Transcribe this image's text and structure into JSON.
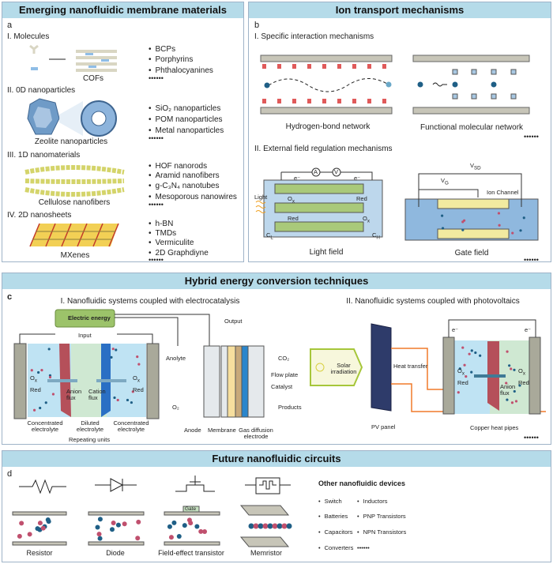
{
  "panel_a": {
    "title": "Emerging nanofluidic membrane materials",
    "letter": "a",
    "sections": [
      {
        "heading": "I. Molecules",
        "image_label": "COFs",
        "items": [
          "BCPs",
          "Porphyrins",
          "Phthalocyanines"
        ]
      },
      {
        "heading": "II. 0D nanoparticles",
        "image_label": "Zeolite nanoparticles",
        "items": [
          "SiO₂ nanoparticles",
          "POM nanoparticles",
          "Metal nanoparticles"
        ]
      },
      {
        "heading": "III. 1D nanomaterials",
        "image_label": "Cellulose nanofibers",
        "items": [
          "HOF nanorods",
          "Aramid nanofibers",
          "g-C₃N₄ nanotubes",
          "Mesoporous nanowires"
        ]
      },
      {
        "heading": "IV. 2D nanosheets",
        "image_label": "MXenes",
        "items": [
          "h-BN",
          "TMDs",
          "Vermiculite",
          "2D Graphdiyne"
        ]
      }
    ],
    "ellipsis": "••••••"
  },
  "panel_b": {
    "title": "Ion transport mechanisms",
    "letter": "b",
    "sub1": "I. Specific interaction mechanisms",
    "hbond": "Hydrogen-bond network",
    "functional": "Functional molecular network",
    "sub2": "II. External field regulation mechanisms",
    "light": "Light field",
    "gate": "Gate field",
    "light_labels": {
      "light": "Light",
      "cl": "C",
      "cl_sub": "L",
      "ch": "C",
      "ch_sub": "H",
      "ox": "O",
      "ox_sub": "x",
      "red": "Red",
      "e": "e⁻",
      "a": "A",
      "v": "V"
    },
    "gate_labels": {
      "vsd": "V",
      "vsd_sub": "SD",
      "vg": "V",
      "vg_sub": "G",
      "channel": "Ion Channel"
    },
    "ellipsis": "••••••"
  },
  "panel_c": {
    "title": "Hybrid energy conversion techniques",
    "letter": "c",
    "sub1": "I. Nanofluidic systems coupled with electrocatalysis",
    "sub2": "II. Nanofluidic systems coupled with photovoltaics",
    "electric": "Electric energy",
    "input": "Input",
    "output": "Output",
    "ox": "O",
    "ox_sub": "x",
    "red": "Red",
    "anion": "Anion flux",
    "cation": "Cation flux",
    "conc": "Concentrated electrolyte",
    "dil": "Diluted electrolyte",
    "repeat": "Repeating units",
    "anolyte": "Anolyte",
    "co2": "CO₂",
    "o2": "O₂",
    "products": "Products",
    "flow_plate": "Flow plate",
    "catalyst": "Catalyst",
    "anode": "Anode",
    "membrane": "Membrane",
    "gde": "Gas diffusion electrode",
    "solar": "Solar irradiation",
    "heat": "Heat transfer",
    "pv": "PV panel",
    "pipes": "Copper heat pipes",
    "e": "e⁻",
    "ellipsis": "••••••"
  },
  "panel_d": {
    "title": "Future nanofluidic circuits",
    "letter": "d",
    "devices": [
      "Resistor",
      "Diode",
      "Field-effect transistor",
      "Memristor"
    ],
    "gate": "Gate",
    "other_title": "Other nanofluidic devices",
    "other_col1": [
      "Switch",
      "Batteries",
      "Capacitors",
      "Converters"
    ],
    "other_col2": [
      "Inductors",
      "PNP Transistors",
      "NPN Transistors"
    ],
    "ellipsis": "••••••"
  },
  "colors": {
    "header": "#b5dbe9",
    "border": "#9fb3c8",
    "cation": "#c0506e",
    "anion": "#1f5f86",
    "electrolyte": "#bfe3f3"
  }
}
